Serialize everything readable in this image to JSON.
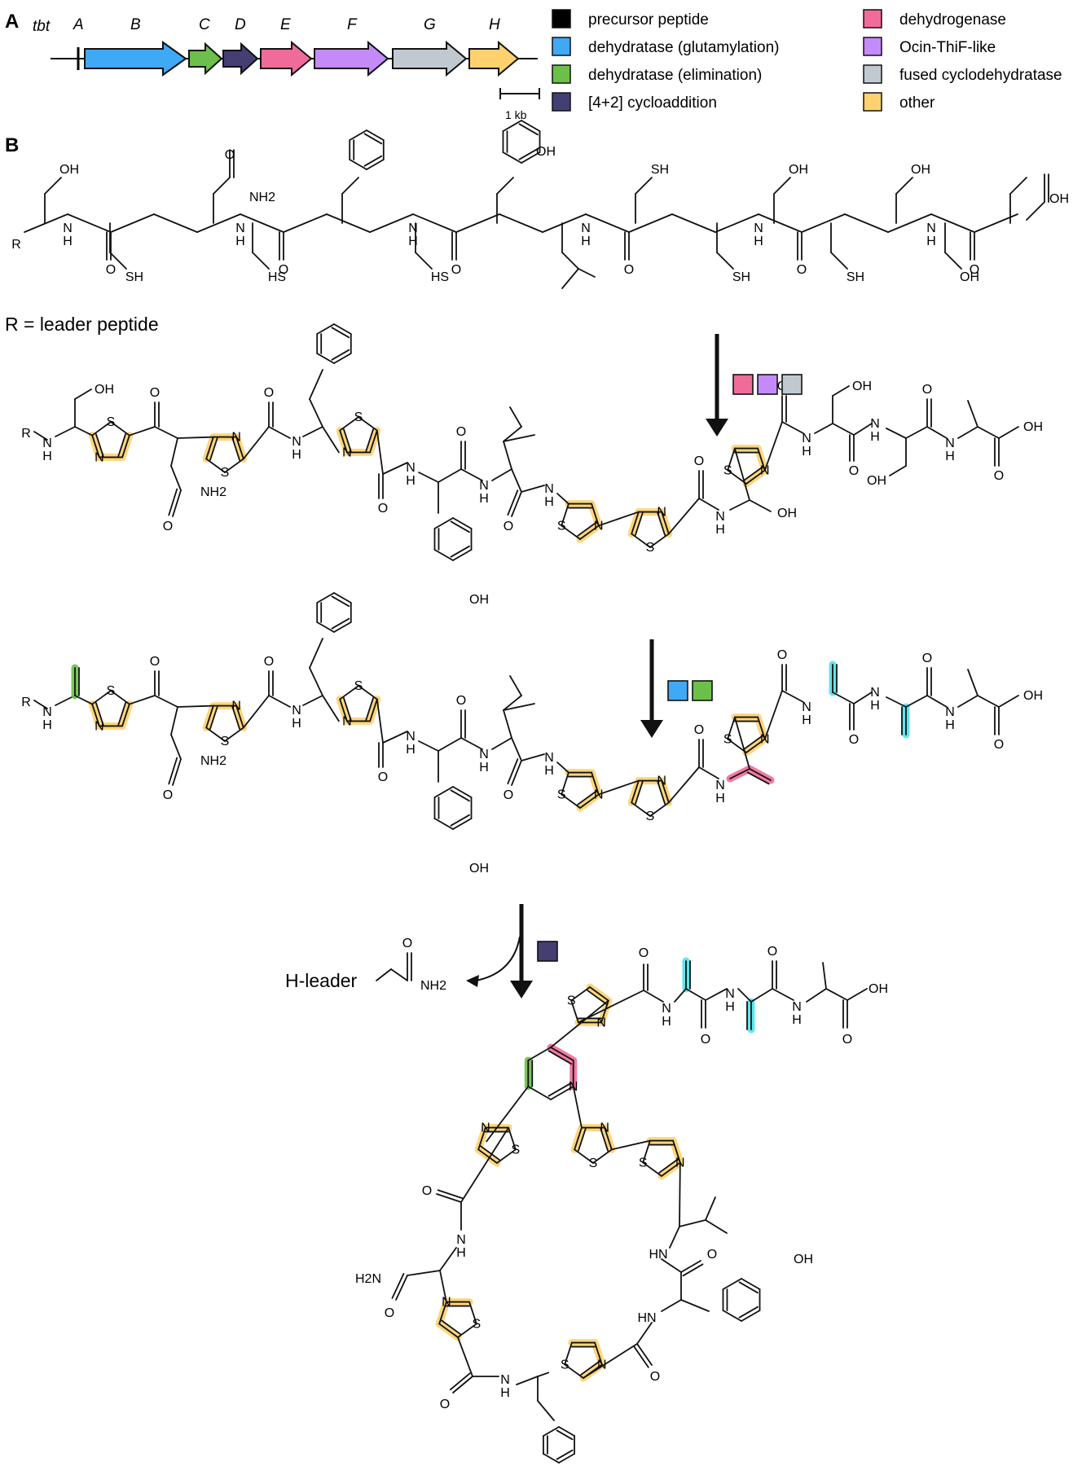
{
  "panels": {
    "a": "A",
    "b": "B"
  },
  "cluster": {
    "prefix": "tbt",
    "genes": [
      {
        "label": "A",
        "color": "#000000"
      },
      {
        "label": "B",
        "color": "#3fa9f5"
      },
      {
        "label": "C",
        "color": "#6cc04a"
      },
      {
        "label": "D",
        "color": "#433f73"
      },
      {
        "label": "E",
        "color": "#f06b9a"
      },
      {
        "label": "F",
        "color": "#c58af9"
      },
      {
        "label": "G",
        "color": "#c1c9d0"
      },
      {
        "label": "H",
        "color": "#fdd16d"
      }
    ],
    "scale_label": "1 kb"
  },
  "legend": [
    {
      "label": "precursor peptide",
      "color": "#000000"
    },
    {
      "label": "dehydratase (glutamylation)",
      "color": "#3fa9f5"
    },
    {
      "label": "dehydratase (elimination)",
      "color": "#6cc04a"
    },
    {
      "label": "[4+2] cycloaddition",
      "color": "#433f73"
    },
    {
      "label": "dehydrogenase",
      "color": "#f06b9a"
    },
    {
      "label": "Ocin-ThiF-like",
      "color": "#c58af9"
    },
    {
      "label": "fused cyclodehydratase",
      "color": "#c1c9d0"
    },
    {
      "label": "other",
      "color": "#fdd16d"
    }
  ],
  "scheme": {
    "r_definition": "R = leader peptide",
    "byproduct": "H-leader",
    "atoms": {
      "oh": "OH",
      "nh": "N\nH",
      "n": "N",
      "s": "S",
      "o": "O",
      "r": "R",
      "sh": "SH",
      "hs": "HS",
      "nh2": "NH2",
      "h2n": "H2N",
      "hn": "HN",
      "h": "H"
    },
    "step_enzymes": [
      [
        "#f06b9a",
        "#c58af9",
        "#c1c9d0"
      ],
      [
        "#3fa9f5",
        "#6cc04a"
      ],
      [
        "#433f73"
      ]
    ],
    "highlight_colors": {
      "thiazole": "#fdd16d",
      "dehydroalanine": "#4fe3ea",
      "elimination": "#6cc04a",
      "dehydrogenase": "#f06b9a"
    }
  }
}
